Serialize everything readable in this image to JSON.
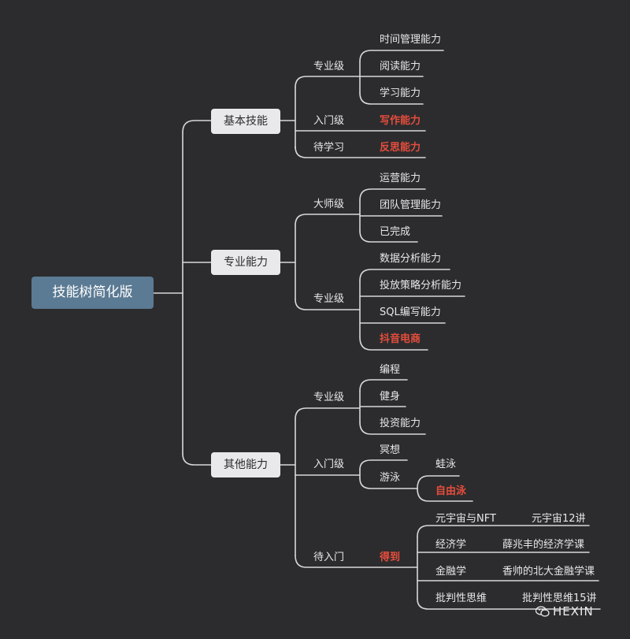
{
  "root": "技能树简化版",
  "branches": {
    "basic": {
      "label": "基本技能",
      "professional": {
        "label": "专业级",
        "items": [
          "时间管理能力",
          "阅读能力",
          "学习能力"
        ]
      },
      "entry": {
        "label": "入门级",
        "item": "写作能力"
      },
      "tolearn": {
        "label": "待学习",
        "item": "反思能力"
      }
    },
    "pro": {
      "label": "专业能力",
      "master": {
        "label": "大师级",
        "items": [
          "运营能力",
          "团队管理能力",
          "已完成"
        ]
      },
      "professional": {
        "label": "专业级",
        "items": [
          "数据分析能力",
          "投放策略分析能力",
          "SQL编写能力",
          "抖音电商"
        ]
      }
    },
    "other": {
      "label": "其他能力",
      "professional": {
        "label": "专业级",
        "items": [
          "编程",
          "健身",
          "投资能力"
        ]
      },
      "entry": {
        "label": "入门级",
        "meditate": "冥想",
        "swim": {
          "label": "游泳",
          "items": [
            "蛙泳",
            "自由泳"
          ]
        }
      },
      "tostart": {
        "label": "待入门",
        "dedao": "得到",
        "courses": [
          {
            "topic": "元宇宙与NFT",
            "course": "元宇宙12讲"
          },
          {
            "topic": "经济学",
            "course": "薛兆丰的经济学课"
          },
          {
            "topic": "金融学",
            "course": "香帅的北大金融学课"
          },
          {
            "topic": "批判性思维",
            "course": "批判性思维15讲"
          }
        ]
      }
    }
  },
  "watermark": "HEXIN",
  "colors": {
    "background": "#2c2c2e",
    "root": "#5b7a93",
    "node": "#e9e9eb",
    "highlight": "#e64d3c",
    "line": "#d8d8da"
  }
}
